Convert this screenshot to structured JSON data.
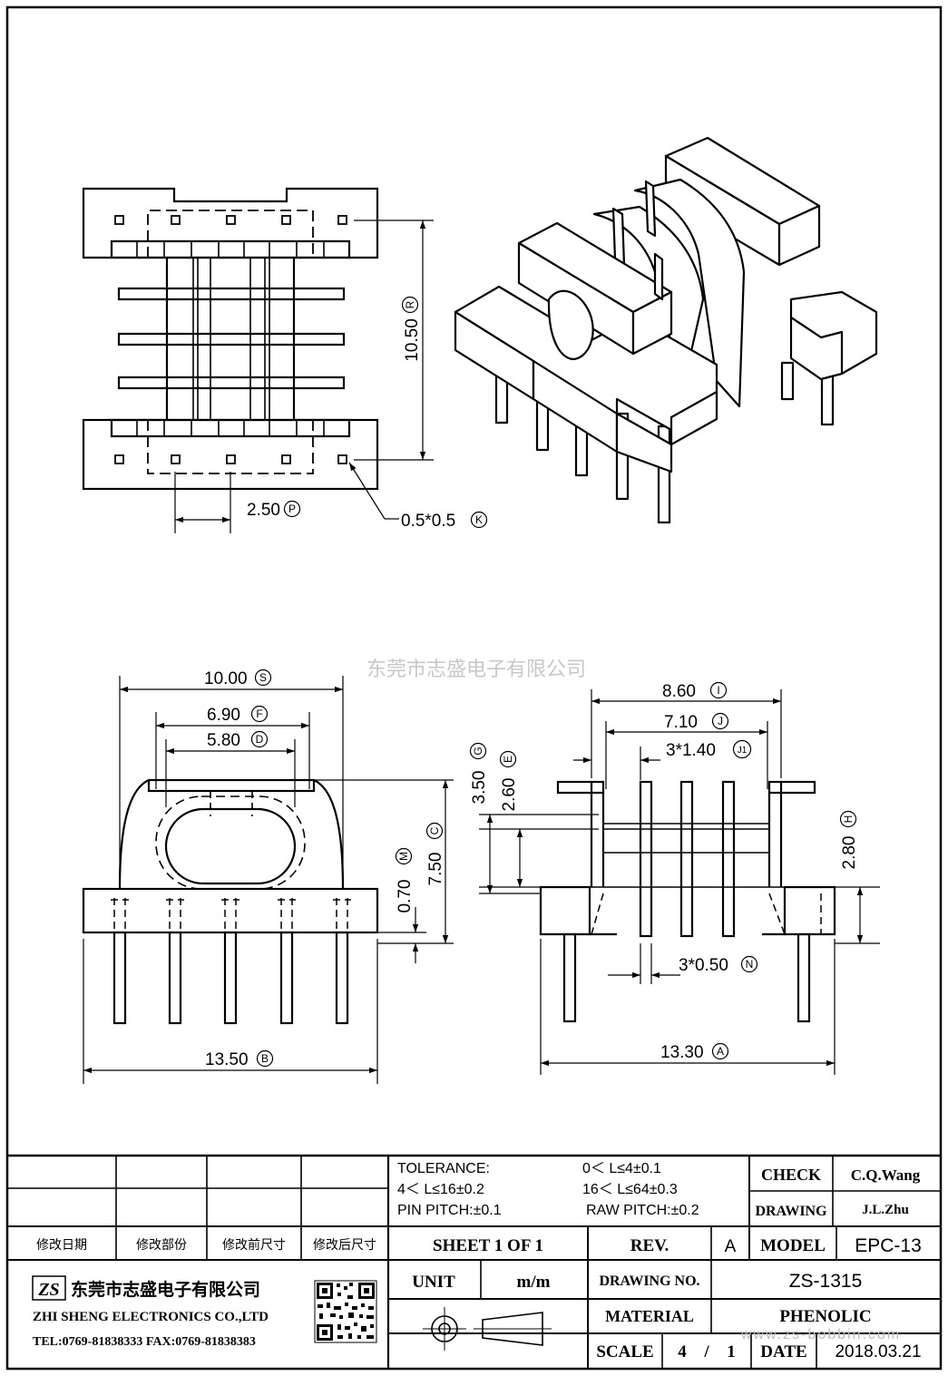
{
  "watermark": "东莞市志盛电子有限公司",
  "website": "www.zs-bobbin.com",
  "dimensions": {
    "top_height": "10.50",
    "top_height_tag": "R",
    "pitch": "2.50",
    "pitch_tag": "P",
    "pin_square": "0.5*0.5",
    "pin_square_tag": "K",
    "width_s": "10.00",
    "width_s_tag": "S",
    "width_f": "6.90",
    "width_f_tag": "F",
    "width_d": "5.80",
    "width_d_tag": "D",
    "height_c": "7.50",
    "height_c_tag": "C",
    "height_m": "0.70",
    "height_m_tag": "M",
    "base_b": "13.50",
    "base_b_tag": "B",
    "width_i": "8.60",
    "width_i_tag": "I",
    "width_j": "7.10",
    "width_j_tag": "J",
    "pitch_j1": "3*1.40",
    "pitch_j1_tag": "J1",
    "height_g": "3.50",
    "height_g_tag": "G",
    "height_e": "2.60",
    "height_e_tag": "E",
    "height_h": "2.80",
    "height_h_tag": "H",
    "slot_n": "3*0.50",
    "slot_n_tag": "N",
    "base_a": "13.30",
    "base_a_tag": "A"
  },
  "title_block": {
    "rev_headers": [
      "修改日期",
      "修改部份",
      "修改前尺寸",
      "修改后尺寸"
    ],
    "tolerance_label": "TOLERANCE:",
    "tol_1": "0＜ L≤4±0.1",
    "tol_2": "4＜ L≤16±0.2",
    "tol_3": "16＜ L≤64±0.3",
    "pin_pitch": "PIN PITCH:±0.1",
    "raw_pitch": "RAW PITCH:±0.2",
    "check_label": "CHECK",
    "check_value": "C.Q.Wang",
    "drawing_label": "DRAWING",
    "drawing_value": "J.L.Zhu",
    "sheet": "SHEET 1 OF 1",
    "rev_label": "REV.",
    "rev_value": "A",
    "model_label": "MODEL",
    "model_value": "EPC-13",
    "unit_label": "UNIT",
    "unit_value": "m/m",
    "drawing_no_label": "DRAWING NO.",
    "drawing_no_value": "ZS-1315",
    "material_label": "MATERIAL",
    "material_value": "PHENOLIC",
    "scale_label": "SCALE",
    "scale_num": "4",
    "scale_sep": "/",
    "scale_den": "1",
    "date_label": "DATE",
    "date_value": "2018.03.21",
    "company_cn": "东莞市志盛电子有限公司",
    "company_en": "ZHI SHENG ELECTRONICS CO.,LTD",
    "contact": "TEL:0769-81838333 FAX:0769-81838383",
    "logo_text": "ZS"
  }
}
